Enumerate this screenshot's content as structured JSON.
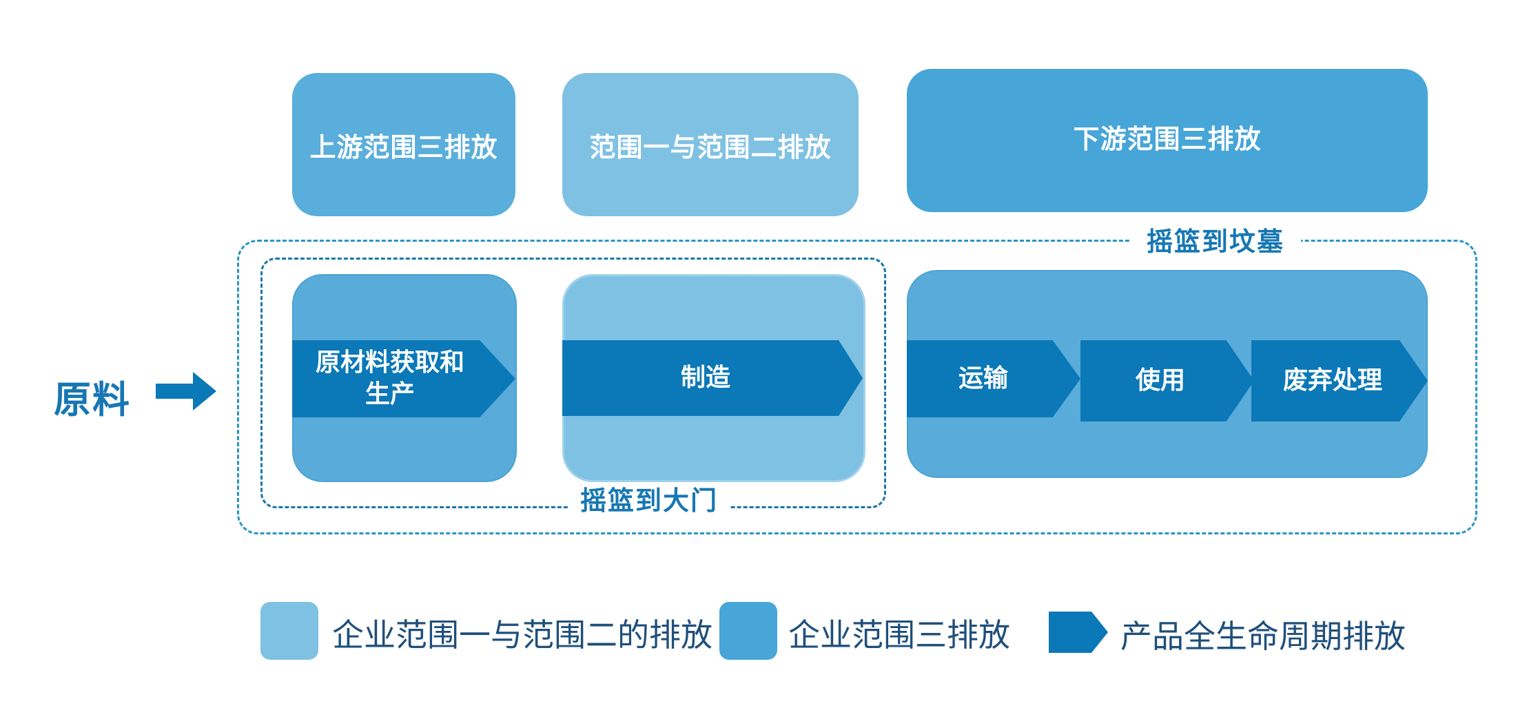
{
  "source": {
    "label": "原料"
  },
  "scopes": {
    "upstream": "上游范围三排放",
    "scope12": "范围一与范围二排放",
    "downstream": "下游范围三排放"
  },
  "boundaries": {
    "cradle_to_grave": "摇篮到坟墓",
    "cradle_to_gate": "摇篮到大门"
  },
  "stages": {
    "raw_material_line1": "原材料获取和",
    "raw_material_line2": "生产",
    "manufacturing": "制造",
    "transport": "运输",
    "use": "使用",
    "disposal": "废弃处理"
  },
  "legend": {
    "scope12": "企业范围一与范围二的排放",
    "scope3": "企业范围三排放",
    "lifecycle": "产品全生命周期排放"
  },
  "colors": {
    "light_blue": "#7fc1e3",
    "medium_blue": "#59acda",
    "dark_blue": "#0b78b7",
    "label_blue": "#1677b3",
    "legend_text": "#1f4f7a"
  }
}
